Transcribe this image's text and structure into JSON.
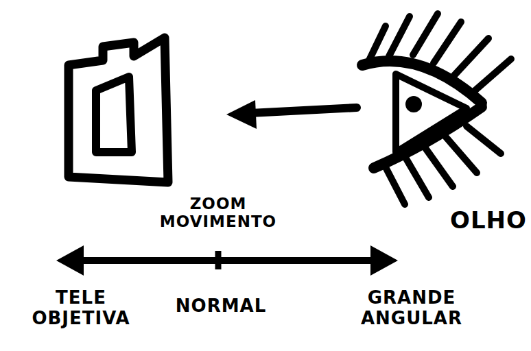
{
  "diagram": {
    "labels": [
      "ZOOM MOVIMENTO",
      "OLHO",
      "TELE OBJETIVA",
      "NORMAL",
      "GRANDE ANGULAR"
    ]
  }
}
